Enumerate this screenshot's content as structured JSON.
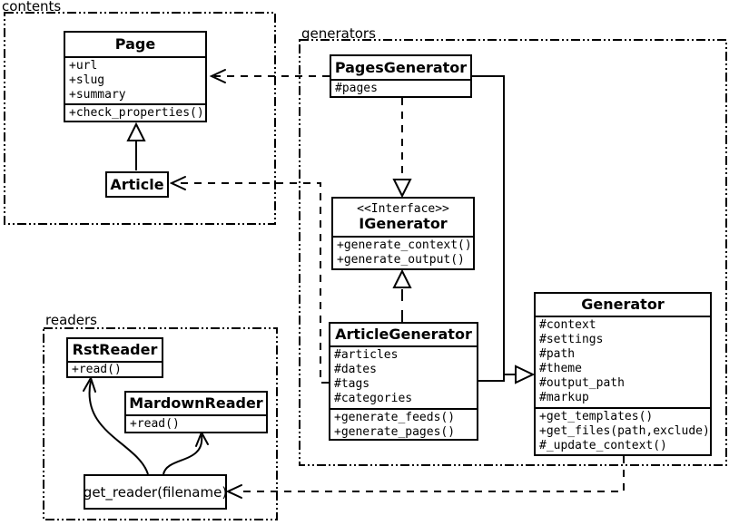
{
  "packages": {
    "contents": {
      "label": "contents"
    },
    "generators": {
      "label": "generators"
    },
    "readers": {
      "label": "readers"
    }
  },
  "classes": {
    "page": {
      "title": "Page",
      "attributes": [
        "+url",
        "+slug",
        "+summary"
      ],
      "methods": [
        "+check_properties()"
      ]
    },
    "article": {
      "title": "Article"
    },
    "pages_generator": {
      "title": "PagesGenerator",
      "attributes": [
        "#pages"
      ]
    },
    "igenerator": {
      "stereotype": "<<Interface>>",
      "title": "IGenerator",
      "methods": [
        "+generate_context()",
        "+generate_output()"
      ]
    },
    "article_generator": {
      "title": "ArticleGenerator",
      "attributes": [
        "#articles",
        "#dates",
        "#tags",
        "#categories"
      ],
      "methods": [
        "+generate_feeds()",
        "+generate_pages()"
      ]
    },
    "generator": {
      "title": "Generator",
      "attributes": [
        "#context",
        "#settings",
        "#path",
        "#theme",
        "#output_path",
        "#markup"
      ],
      "methods": [
        "+get_templates()",
        "+get_files(path,exclude)",
        "#_update_context()"
      ]
    },
    "rst_reader": {
      "title": "RstReader",
      "methods": [
        "+read()"
      ]
    },
    "mardown_reader": {
      "title": "MardownReader",
      "methods": [
        "+read()"
      ]
    },
    "get_reader": {
      "title": "get_reader(filename)"
    }
  },
  "relationships": [
    {
      "from": "Article",
      "to": "Page",
      "type": "inheritance"
    },
    {
      "from": "PagesGenerator",
      "to": "IGenerator",
      "type": "realization"
    },
    {
      "from": "ArticleGenerator",
      "to": "IGenerator",
      "type": "realization"
    },
    {
      "from": "PagesGenerator",
      "to": "Generator",
      "type": "inheritance"
    },
    {
      "from": "ArticleGenerator",
      "to": "Generator",
      "type": "inheritance"
    },
    {
      "from": "PagesGenerator",
      "to": "Page",
      "type": "dependency"
    },
    {
      "from": "ArticleGenerator",
      "to": "Article",
      "type": "dependency"
    },
    {
      "from": "Generator",
      "to": "get_reader(filename)",
      "type": "dependency"
    },
    {
      "from": "get_reader(filename)",
      "to": "RstReader",
      "type": "dependency"
    },
    {
      "from": "get_reader(filename)",
      "to": "MardownReader",
      "type": "dependency"
    }
  ],
  "colors": {
    "line": "#000000",
    "background": "#ffffff"
  }
}
